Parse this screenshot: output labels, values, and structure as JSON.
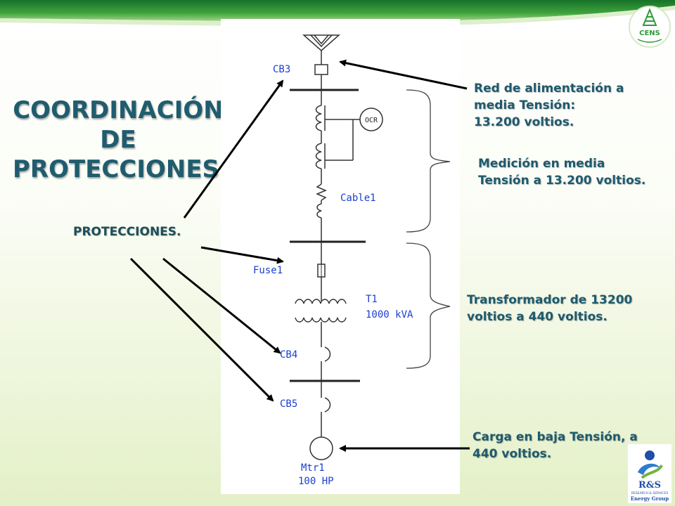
{
  "title": {
    "line1": "COORDINACIÓN",
    "line2": "DE",
    "line3": "PROTECCIONES."
  },
  "protecciones_label": "PROTECCIONES.",
  "diagram_labels": {
    "cb3": "CB3",
    "ocr": "OCR",
    "cable1": "Cable1",
    "fuse1": "Fuse1",
    "t1": "T1",
    "t1_rating": "1000 kVA",
    "cb4": "CB4",
    "cb5": "CB5",
    "mtr1": "Mtr1",
    "mtr1_rating": "100 HP"
  },
  "annotations": {
    "red": {
      "line1": "Red de alimentación a",
      "line2": "media Tensión:",
      "line3": "13.200 voltios."
    },
    "medicion": {
      "line1": "Medición en media",
      "line2": "Tensión a 13.200 voltios."
    },
    "transformador": {
      "line1": "Transformador de 13200",
      "line2": "voltios a 440 voltios."
    },
    "carga": {
      "line1": "Carga en baja Tensión, a",
      "line2": "440 voltios."
    }
  },
  "logos": {
    "cens": "CENS",
    "rs": "R&S",
    "rs_sub": "RESEARCH & SERVICES",
    "rs_group": "Energy Group"
  },
  "colors": {
    "title": "#1f5c6e",
    "diagram_label": "#1a3fd0",
    "brand_green": "#2e9a3a"
  }
}
